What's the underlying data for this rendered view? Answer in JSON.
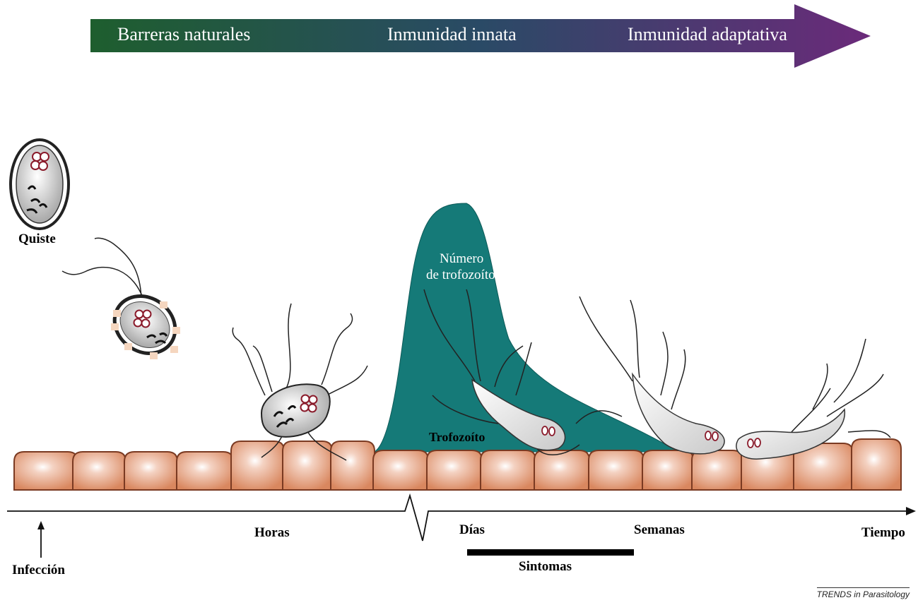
{
  "banner": {
    "phases": [
      "Barreras naturales",
      "Inmunidad innata",
      "Inmunidad adaptativa"
    ],
    "colors": {
      "start": "#1e5e2e",
      "middle": "#2a4a66",
      "end": "#6b2a7a"
    }
  },
  "curve": {
    "label_line1": "Número",
    "label_line2": "de trofozoítos",
    "color": "#157a78"
  },
  "labels": {
    "cyst": "Quiste",
    "trophozoite": "Trofozoíto",
    "infection": "Infección",
    "hours": "Horas",
    "days": "Días",
    "weeks": "Semanas",
    "time": "Tiempo",
    "symptoms": "Sintomas"
  },
  "source": "TRENDS in Parasitology",
  "colors": {
    "epithelium": "#e6a07e",
    "epithelium_edge": "#7a3a22"
  }
}
